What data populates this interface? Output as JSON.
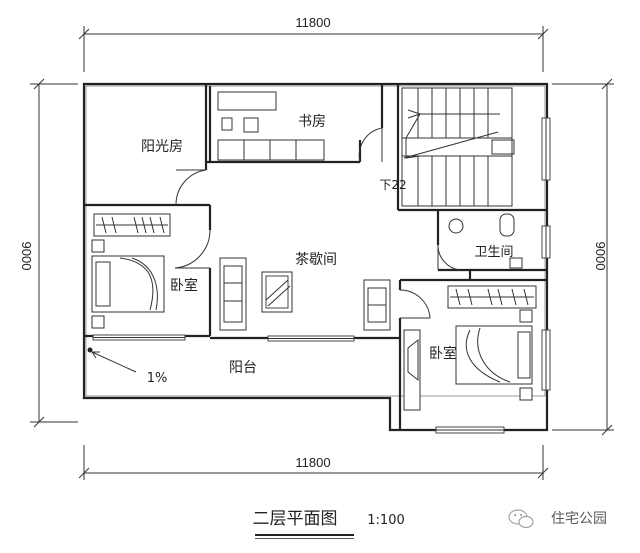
{
  "dimensions": {
    "top": "11800",
    "bottom": "11800",
    "left": "9000",
    "right": "9000"
  },
  "rooms": {
    "sunroom": "阳光房",
    "study": "书房",
    "tea_room": "茶歇间",
    "bedroom_left": "卧室",
    "bedroom_right": "卧室",
    "bathroom": "卫生间",
    "balcony": "阳台"
  },
  "annotations": {
    "stair_down": "下22",
    "slope": "1%"
  },
  "title": {
    "main": "二层平面图",
    "scale": "1:100"
  },
  "watermark": "住宅公园"
}
